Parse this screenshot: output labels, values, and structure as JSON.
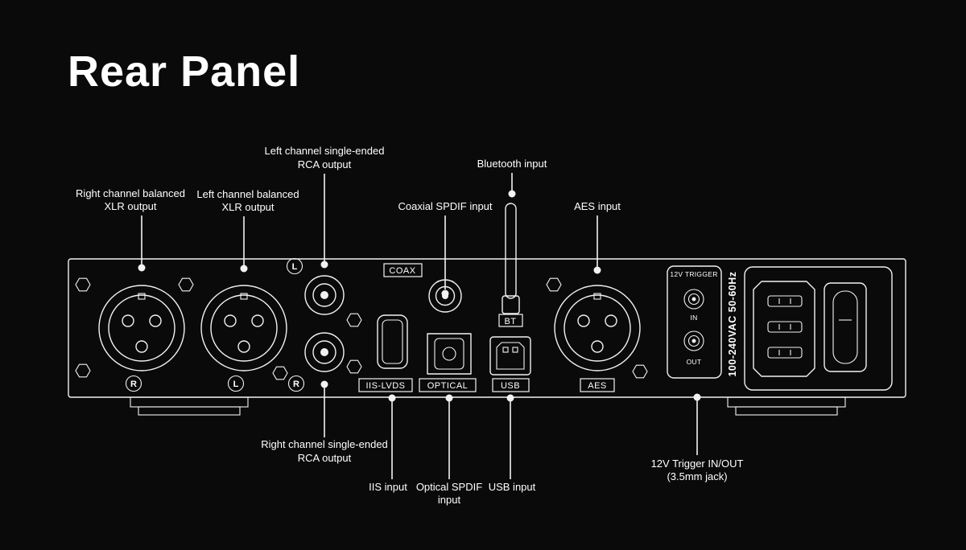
{
  "title": "Rear Panel",
  "colors": {
    "background": "#0a0a0a",
    "line": "#f2f2f2",
    "text": "#ffffff"
  },
  "callouts": {
    "xlr_right": {
      "line1": "Right channel balanced",
      "line2": "XLR output"
    },
    "xlr_left": {
      "line1": "Left channel balanced",
      "line2": "XLR output"
    },
    "rca_left": {
      "line1": "Left channel single-ended",
      "line2": "RCA output"
    },
    "coax": {
      "line1": "Coaxial SPDIF input"
    },
    "bluetooth": {
      "line1": "Bluetooth input"
    },
    "aes": {
      "line1": "AES input"
    },
    "rca_right": {
      "line1": "Right channel single-ended",
      "line2": "RCA output"
    },
    "iis": {
      "line1": "IIS input"
    },
    "optical": {
      "line1": "Optical SPDIF",
      "line2": "input"
    },
    "usb": {
      "line1": "USB input"
    },
    "trigger": {
      "line1": "12V Trigger IN/OUT",
      "line2": "(3.5mm jack)"
    }
  },
  "panel": {
    "ports": {
      "coax": "COAX",
      "iis": "IIS-LVDS",
      "optical": "OPTICAL",
      "usb": "USB",
      "bt": "BT",
      "aes": "AES"
    },
    "markers": {
      "xlr_right": "R",
      "xlr_left": "L",
      "rca_left": "L",
      "rca_right": "R"
    },
    "trigger": {
      "title": "12V TRIGGER",
      "in": "IN",
      "out": "OUT"
    },
    "voltage": "100-240VAC 50-60Hz"
  }
}
